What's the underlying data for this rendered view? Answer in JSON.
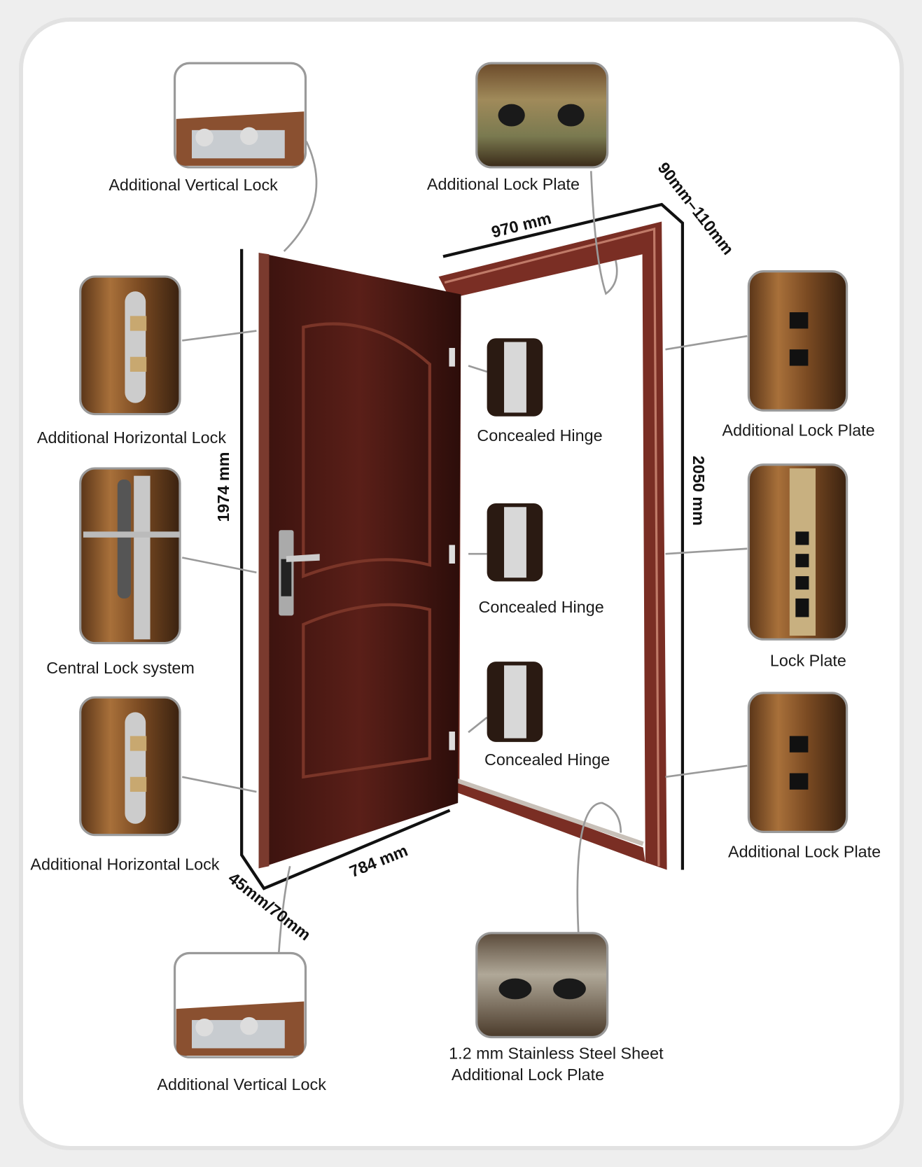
{
  "callouts": {
    "top_left": "Additional Vertical Lock",
    "top_center": "Additional Lock Plate",
    "left_1": "Additional Horizontal Lock",
    "left_2": "Central Lock system",
    "left_3": "Additional Horizontal Lock",
    "bottom_left": "Additional Vertical Lock",
    "hinge_1": "Concealed Hinge",
    "hinge_2": "Concealed Hinge",
    "hinge_3": "Concealed Hinge",
    "right_1": "Additional Lock Plate",
    "right_2": "Lock Plate",
    "right_3": "Additional Lock Plate",
    "bottom_center_line1": "1.2 mm Stainless Steel Sheet",
    "bottom_center_line2": "Additional Lock Plate"
  },
  "dimensions": {
    "frame_width": "970 mm",
    "frame_depth": "90mm–110mm",
    "frame_height": "2050 mm",
    "door_height": "1974 mm",
    "door_width": "784 mm",
    "door_thickness": "45mm/70mm"
  },
  "colors": {
    "door": "#4a1a14",
    "frame": "#7a2e24",
    "wood": "#8a5a2e"
  }
}
